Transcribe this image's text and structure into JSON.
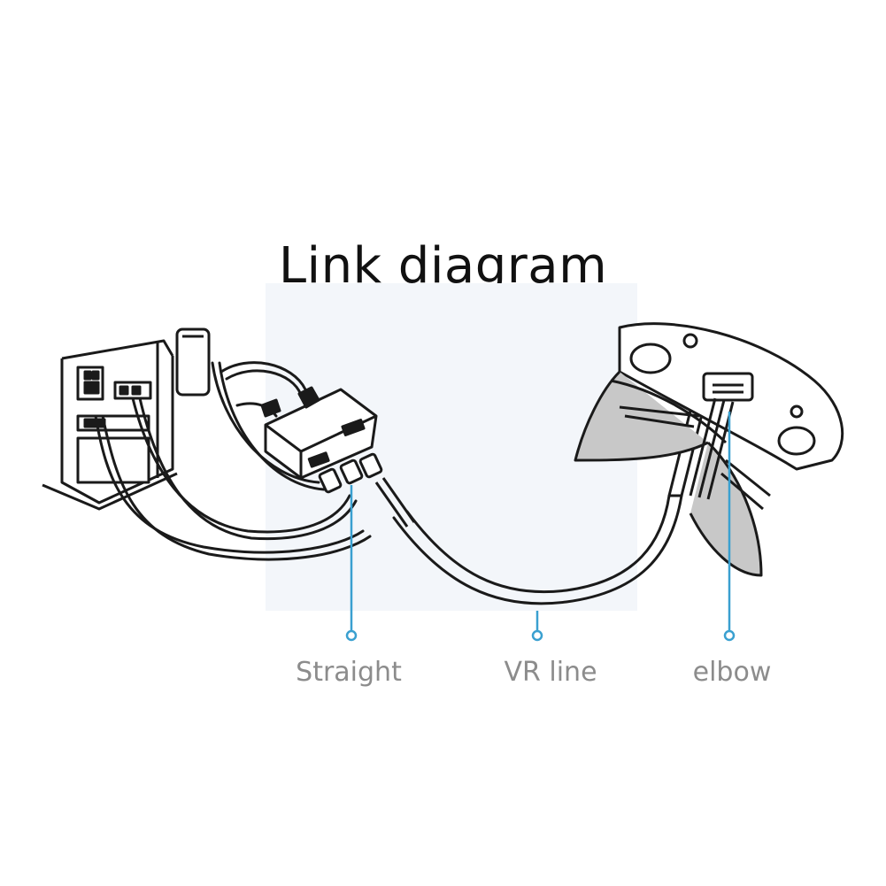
{
  "title": "Link diagram",
  "callouts": [
    {
      "id": "straight",
      "label": "Straight"
    },
    {
      "id": "vr-line",
      "label": "VR line"
    },
    {
      "id": "elbow",
      "label": "elbow"
    }
  ],
  "colors": {
    "callout_line": "#3aa0d0",
    "label_text": "#8c8c8c",
    "title_text": "#111111",
    "line_art": "#1a1a1a",
    "headset_fill": "#c8c8c8"
  }
}
